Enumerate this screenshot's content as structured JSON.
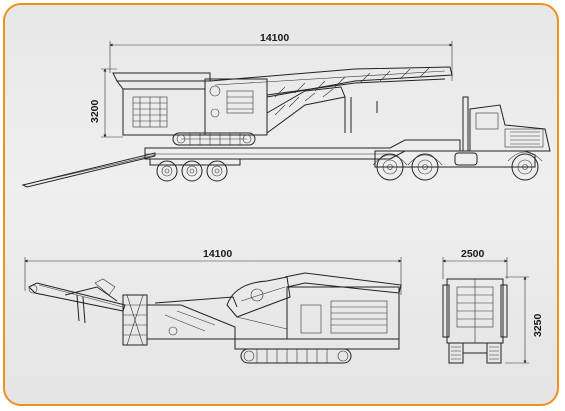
{
  "transport_view": {
    "length_label": "14100",
    "height_label": "3200"
  },
  "side_view": {
    "length_label": "14100"
  },
  "end_view": {
    "width_label": "2500",
    "height_label": "3250"
  },
  "colors": {
    "frame_border": "#ef8f1e",
    "background": "#e9e9e9",
    "line": "#222222"
  }
}
